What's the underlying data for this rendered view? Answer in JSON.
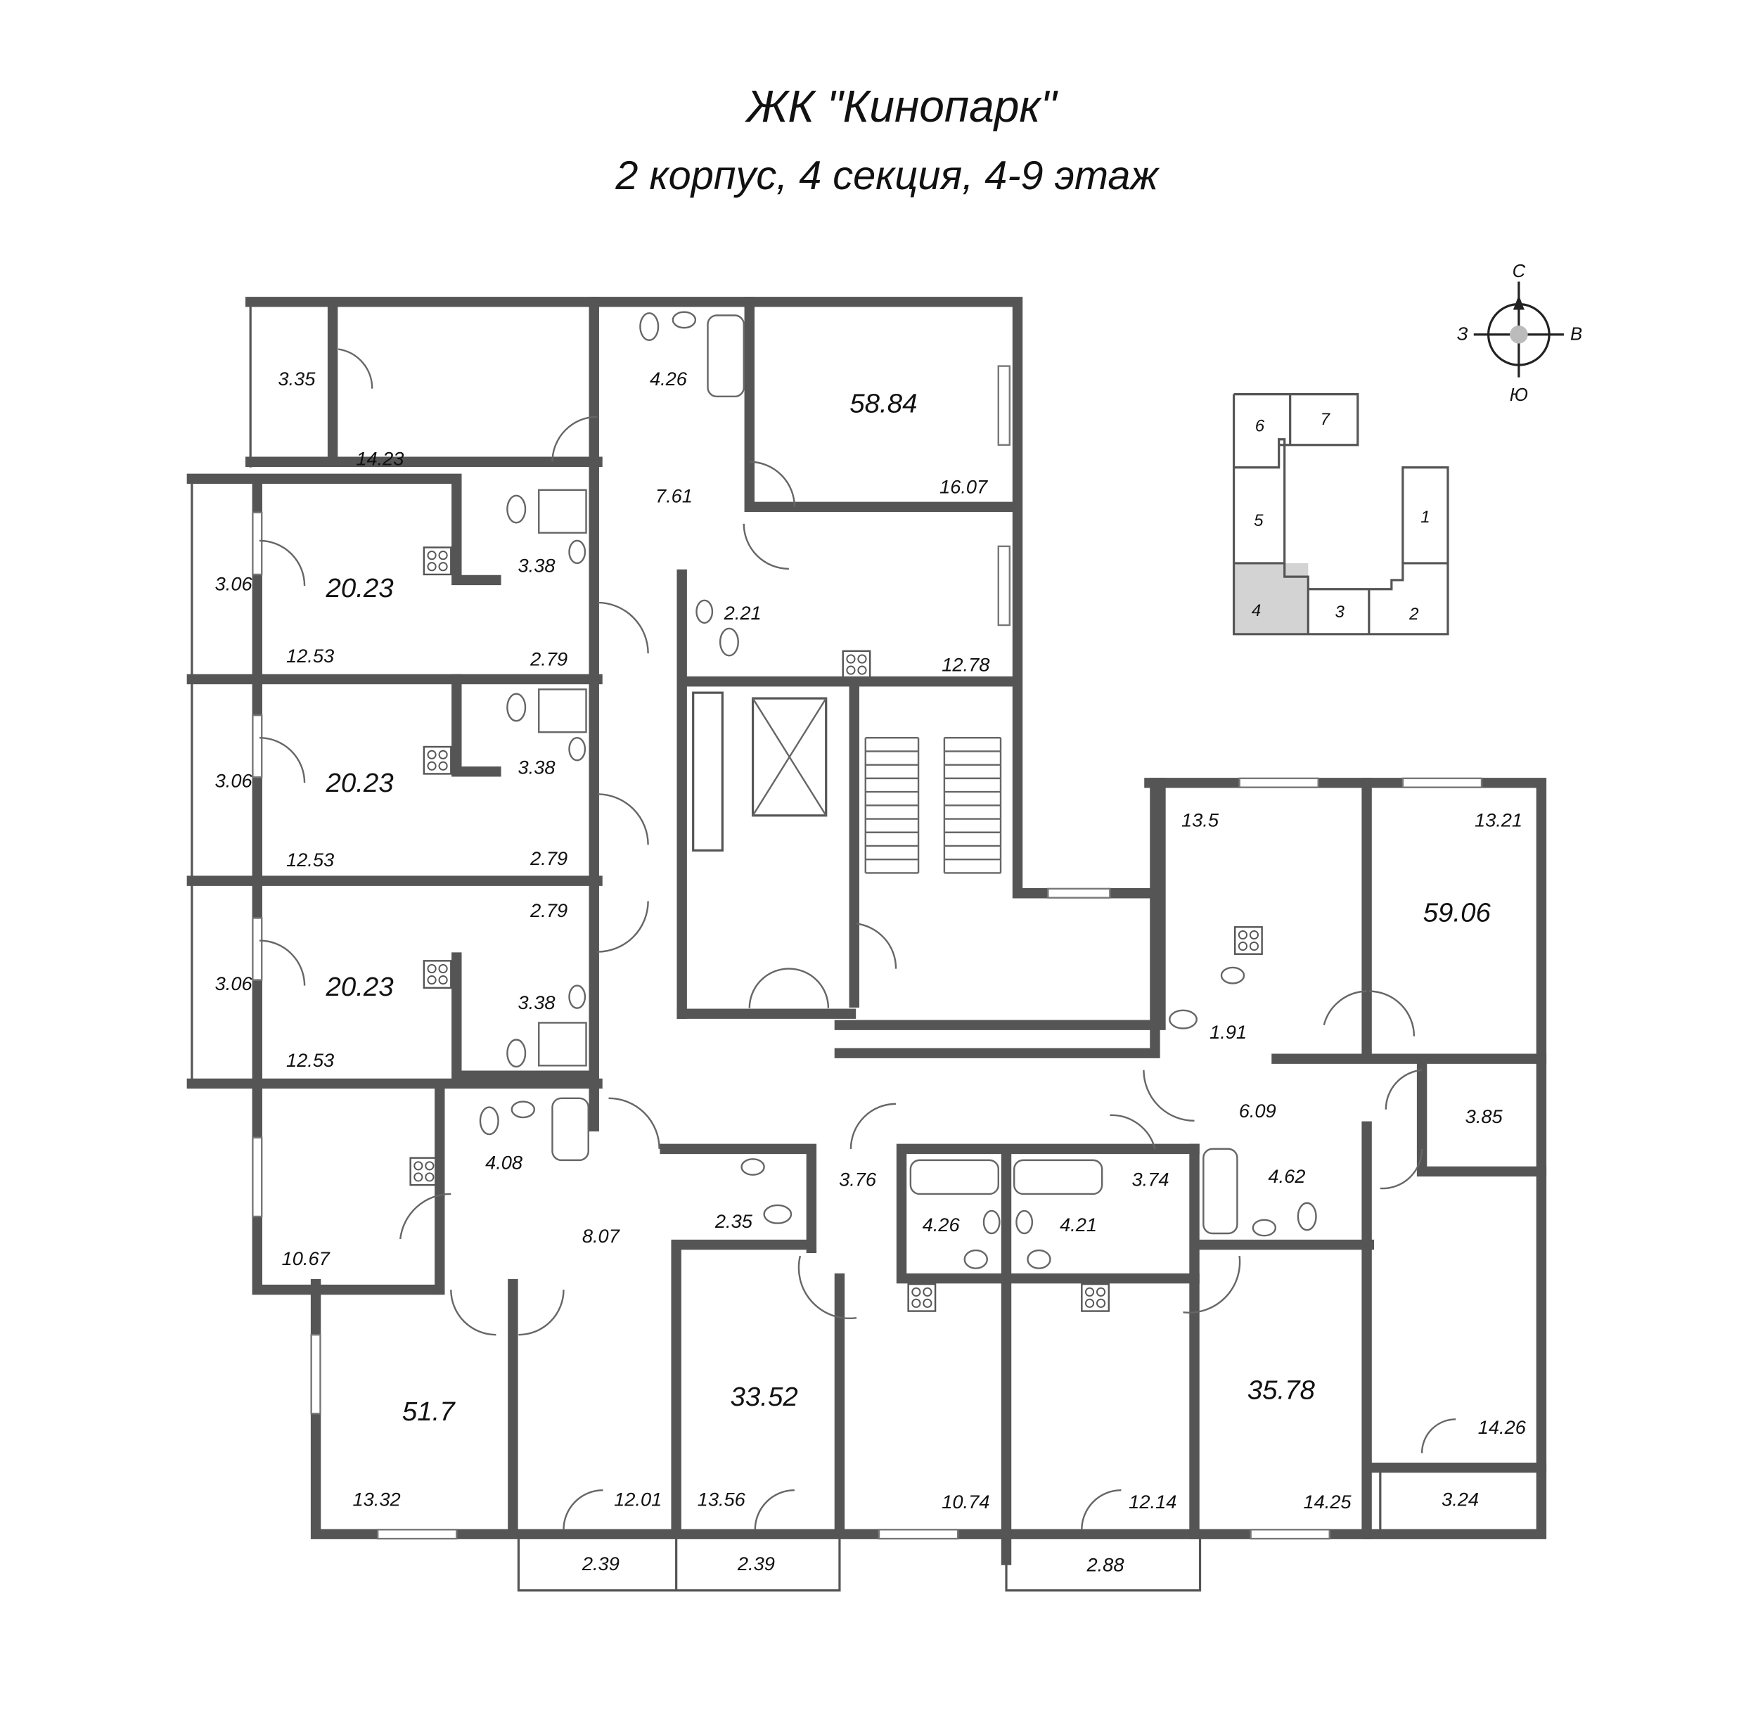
{
  "title": "ЖК \"Кинопарк\"",
  "subtitle": "2 корпус, 4 секция, 4-9 этаж",
  "compass": {
    "north": "С",
    "east": "В",
    "south": "Ю",
    "west": "З"
  },
  "key_plan": {
    "sections": [
      "6",
      "7",
      "5",
      "1",
      "4",
      "3",
      "2"
    ],
    "highlighted": "4",
    "highlight_color": "#d3d3d3"
  },
  "wall_color": "#555555",
  "rooms": [
    {
      "area": "3.35"
    },
    {
      "area": "14.23"
    },
    {
      "area": "4.26"
    },
    {
      "area": "58.84",
      "total": true
    },
    {
      "area": "16.07"
    },
    {
      "area": "7.61"
    },
    {
      "area": "20.23",
      "total": true
    },
    {
      "area": "3.06"
    },
    {
      "area": "3.38"
    },
    {
      "area": "12.53"
    },
    {
      "area": "2.79"
    },
    {
      "area": "2.21"
    },
    {
      "area": "12.78"
    },
    {
      "area": "3.06"
    },
    {
      "area": "20.23",
      "total": true
    },
    {
      "area": "3.38"
    },
    {
      "area": "12.53"
    },
    {
      "area": "2.79"
    },
    {
      "area": "2.79"
    },
    {
      "area": "3.06"
    },
    {
      "area": "20.23",
      "total": true
    },
    {
      "area": "3.38"
    },
    {
      "area": "12.53"
    },
    {
      "area": "13.5"
    },
    {
      "area": "13.21"
    },
    {
      "area": "59.06",
      "total": true
    },
    {
      "area": "1.91"
    },
    {
      "area": "6.09"
    },
    {
      "area": "3.85"
    },
    {
      "area": "4.08"
    },
    {
      "area": "8.07"
    },
    {
      "area": "2.35"
    },
    {
      "area": "3.76"
    },
    {
      "area": "4.26"
    },
    {
      "area": "4.21"
    },
    {
      "area": "3.74"
    },
    {
      "area": "4.62"
    },
    {
      "area": "10.67"
    },
    {
      "area": "51.7",
      "total": true
    },
    {
      "area": "33.52",
      "total": true
    },
    {
      "area": "35.78",
      "total": true
    },
    {
      "area": "14.26"
    },
    {
      "area": "13.32"
    },
    {
      "area": "12.01"
    },
    {
      "area": "13.56"
    },
    {
      "area": "10.74"
    },
    {
      "area": "12.14"
    },
    {
      "area": "14.25"
    },
    {
      "area": "3.24"
    },
    {
      "area": "2.39"
    },
    {
      "area": "2.39"
    },
    {
      "area": "2.88"
    }
  ]
}
